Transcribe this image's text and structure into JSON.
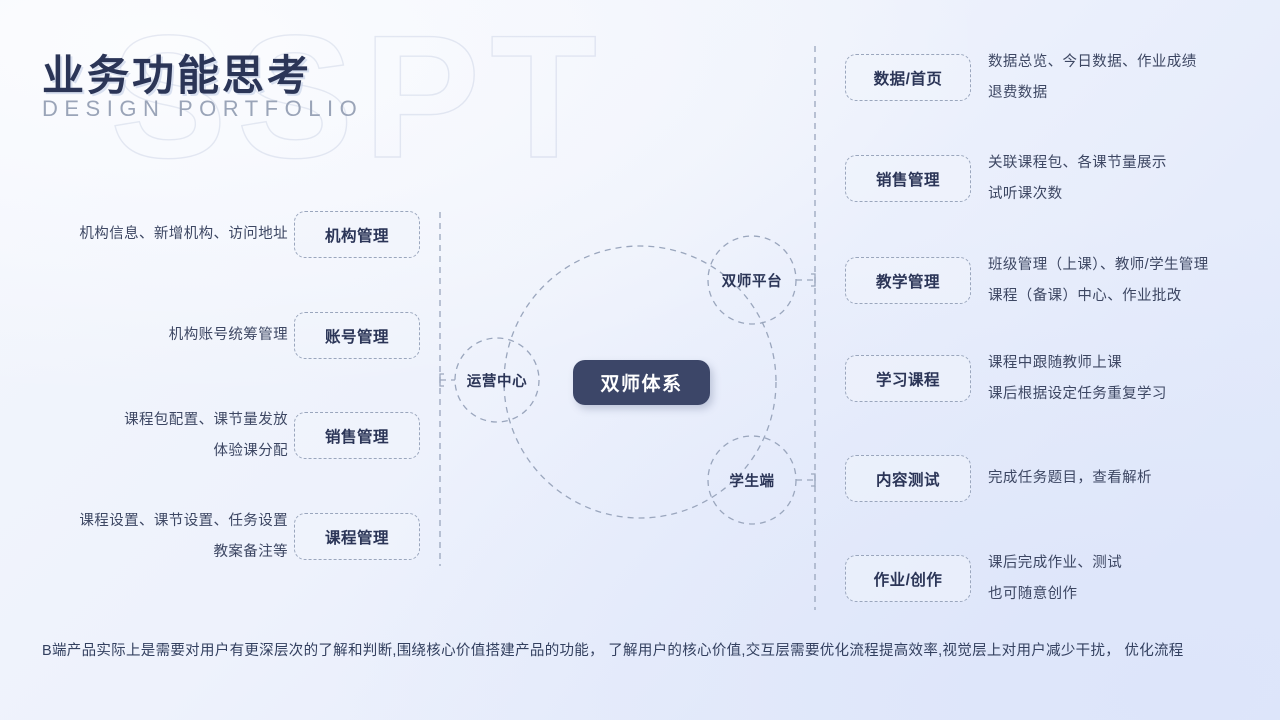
{
  "header": {
    "title": "业务功能思考",
    "subtitle": "DESIGN PORTFOLIO",
    "watermark": "SSPT"
  },
  "center": {
    "label": "双师体系"
  },
  "hubs": [
    {
      "label": "运营中心"
    },
    {
      "label": "双师平台"
    },
    {
      "label": "学生端"
    }
  ],
  "left_nodes": [
    {
      "label": "机构管理",
      "desc_lines": [
        "机构信息、新增机构、访问地址"
      ]
    },
    {
      "label": "账号管理",
      "desc_lines": [
        "机构账号统筹管理"
      ]
    },
    {
      "label": "销售管理",
      "desc_lines": [
        "课程包配置、课节量发放",
        "体验课分配"
      ]
    },
    {
      "label": "课程管理",
      "desc_lines": [
        "课程设置、课节设置、任务设置",
        "教案备注等"
      ]
    }
  ],
  "right_nodes": [
    {
      "label": "数据/首页",
      "desc_lines": [
        "数据总览、今日数据、作业成绩",
        "退费数据"
      ]
    },
    {
      "label": "销售管理",
      "desc_lines": [
        "关联课程包、各课节量展示",
        "试听课次数"
      ]
    },
    {
      "label": "教学管理",
      "desc_lines": [
        "班级管理（上课）、教师/学生管理",
        "课程（备课）中心、作业批改"
      ]
    },
    {
      "label": "学习课程",
      "desc_lines": [
        "课程中跟随教师上课",
        "课后根据设定任务重复学习"
      ]
    },
    {
      "label": "内容测试",
      "desc_lines": [
        "完成任务题目，查看解析"
      ]
    },
    {
      "label": "作业/创作",
      "desc_lines": [
        "课后完成作业、测试",
        "也可随意创作"
      ]
    }
  ],
  "footer": {
    "text": "B端产品实际上是需要对用户有更深层次的了解和判断,围绕核心价值搭建产品的功能， 了解用户的核心价值,交互层需要优化流程提高效率,视觉层上对用户减少干扰， 优化流程"
  },
  "colors": {
    "accent_dark": "#3c4668",
    "text_primary": "#2b3557",
    "text_body": "#3d4763",
    "dash_border": "#9aa6bd",
    "subtitle": "#9aa4b8"
  }
}
